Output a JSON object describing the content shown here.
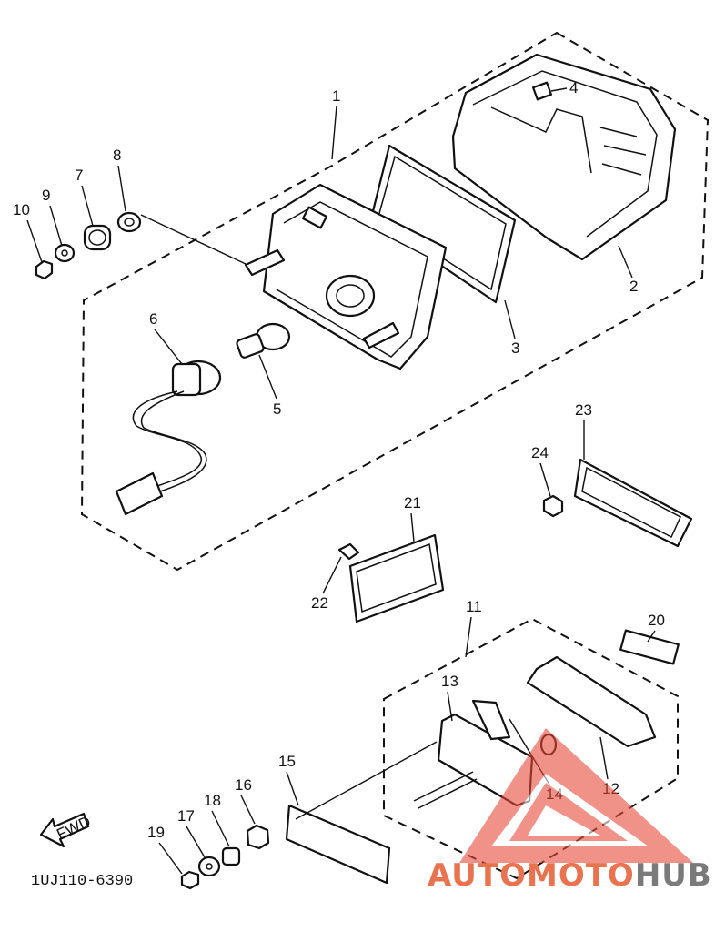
{
  "diagram": {
    "part_code": "1UJ110-6390",
    "fwd_label": "FWD",
    "callouts": [
      "1",
      "2",
      "3",
      "4",
      "5",
      "6",
      "7",
      "8",
      "9",
      "10",
      "11",
      "12",
      "13",
      "14",
      "15",
      "16",
      "17",
      "18",
      "19",
      "20",
      "21",
      "22",
      "23",
      "24"
    ]
  },
  "watermark": {
    "text_auto": "AUTO",
    "text_moto": "MOTO",
    "text_hub": "HUB",
    "color_orange": "#e8734e",
    "color_gray": "#7a7a7a",
    "color_triangle": "#e84a3c"
  }
}
